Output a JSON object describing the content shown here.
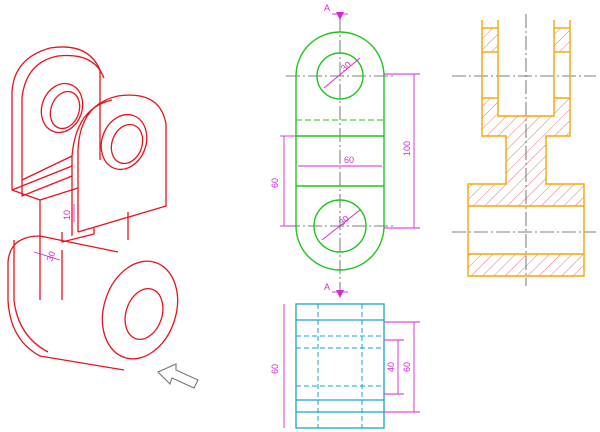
{
  "section_label": "A",
  "isometric": {
    "dim_10": "10",
    "dim_30": "30"
  },
  "front_view": {
    "dim_r30_top": "30",
    "dim_r30_bottom": "30",
    "dim_60_width": "60",
    "dim_60_height": "60",
    "dim_100": "100"
  },
  "bottom_view": {
    "dim_60_left": "60",
    "dim_40": "40",
    "dim_60_right": "60"
  },
  "colors": {
    "isometric": "#e8141c",
    "front": "#1ec51e",
    "bottom": "#1aa3c8",
    "section": "#f6a500",
    "dimension": "#d626d6"
  },
  "icons": {
    "view_arrow": "arrow-icon"
  }
}
